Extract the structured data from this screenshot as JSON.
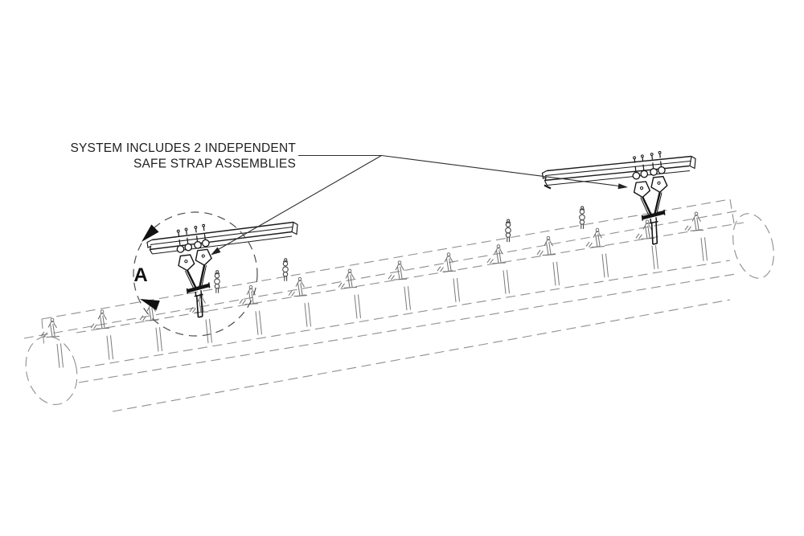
{
  "note": {
    "line1": "SYSTEM INCLUDES 2 INDEPENDENT",
    "line2": "SAFE STRAP ASSEMBLIES"
  },
  "view_label": "A",
  "figure": {
    "type": "isometric-technical-illustration",
    "independent_safe_strap_assemblies": 2
  },
  "colors": {
    "background": "#ffffff",
    "solid_line": "#1c1c1c",
    "hidden_line_gray": "#8f8f8f",
    "annotation": "#1f1f1f",
    "detail_circle": "#4c4c4c"
  }
}
